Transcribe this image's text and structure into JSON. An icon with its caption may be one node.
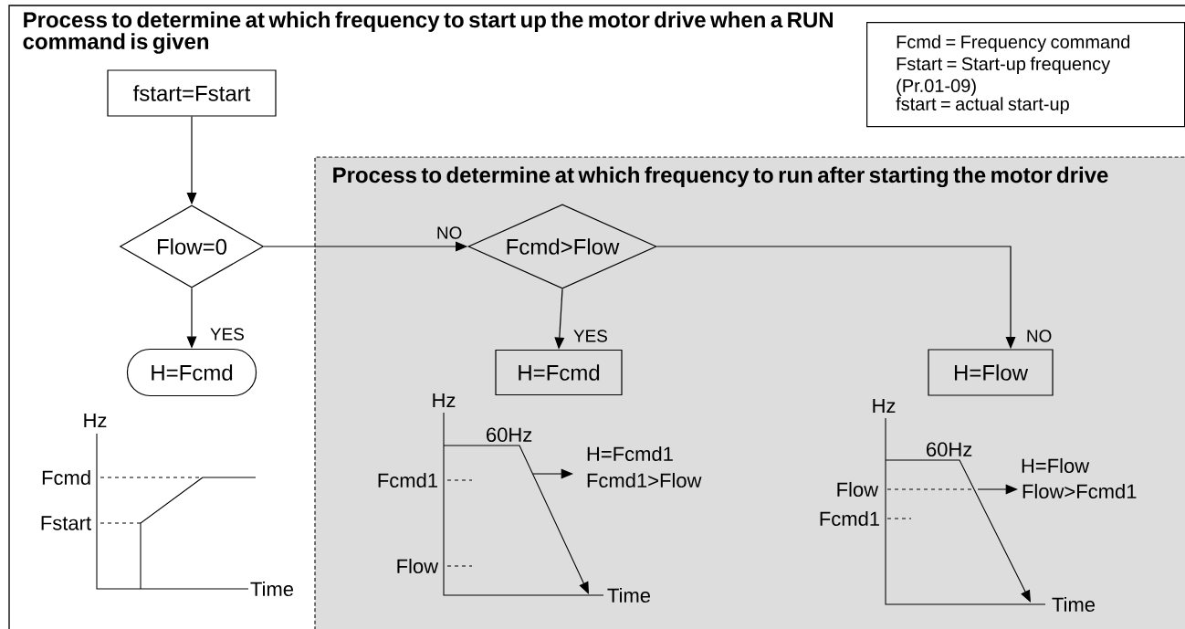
{
  "diagram": {
    "title": "Process to determine at which frequency to start up the motor drive when a RUN command is given",
    "nodes": [
      {
        "text": [
          "Fcmd = Frequency command",
          "Fstart = Start-up frequency (Pr.01-09)",
          "fstart = actual start-up"
        ]
      },
      {
        "text": [
          "fstart=Fstart"
        ]
      },
      {
        "text": [
          "Flow=0"
        ]
      },
      {
        "text": [
          "H=Fcmd"
        ]
      },
      {
        "text": [
          "Process to determine at which frequency to run after starting the motor drive"
        ]
      },
      {
        "text": [
          "Fcmd>Flow"
        ],
        "in": 4
      },
      {
        "text": [
          "H=Fcmd"
        ],
        "in": 4
      },
      {
        "text": [
          "H=Flow"
        ],
        "in": 4
      }
    ],
    "edges": [
      {
        "from": 1,
        "to": 2,
        "arrow": "to"
      },
      {
        "from": 2,
        "to": 3,
        "arrow": "to",
        "label": "YES"
      },
      {
        "from": 2,
        "to": 5,
        "arrow": "to",
        "label": "NO"
      },
      {
        "from": 5,
        "to": 6,
        "arrow": "to",
        "label": "YES"
      },
      {
        "from": 5,
        "to": 7,
        "arrow": "to",
        "label": "NO"
      }
    ],
    "labels": [
      "Hz",
      "Fcmd",
      "Fstart",
      "Time",
      "Hz",
      "60Hz",
      "Fcmd1",
      "H=Fcmd1",
      "Fcmd1>Flow",
      "Flow",
      "Time",
      "Hz",
      "60Hz",
      "H=Flow",
      "Flow",
      "Flow>Fcmd1",
      "Fcmd1",
      "Time"
    ]
  }
}
